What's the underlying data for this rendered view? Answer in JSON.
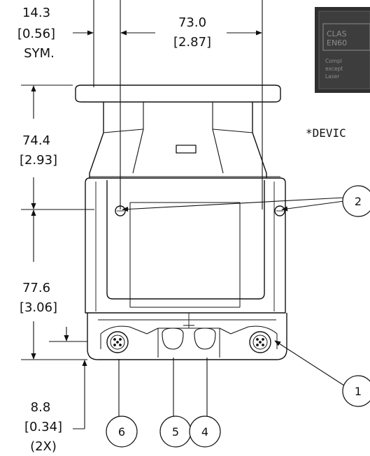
{
  "dimensions": {
    "side_offset": {
      "mm": "14.3",
      "in": "[0.56]",
      "note": "SYM."
    },
    "spacing": {
      "mm": "73.0",
      "in": "[2.87]"
    },
    "upper_height": {
      "mm": "74.4",
      "in": "[2.93]"
    },
    "lower_height": {
      "mm": "77.6",
      "in": "[3.06]"
    },
    "base_height": {
      "mm": "8.8",
      "in": "[0.34]",
      "note": "(2X)"
    }
  },
  "callouts": [
    {
      "id": "1",
      "target": "connector-right"
    },
    {
      "id": "2",
      "target": "mounting-holes"
    },
    {
      "id": "4",
      "target": "cable-slot-right"
    },
    {
      "id": "5",
      "target": "cable-slot-left"
    },
    {
      "id": "6",
      "target": "connector-left"
    }
  ],
  "label_inset": {
    "line1": "CLAS",
    "line2": "EN60",
    "line3": "Compl",
    "line4": "except",
    "line5": "Laser",
    "colors": {
      "bg": "#3a3a3a",
      "text": "#9a9a9a"
    }
  },
  "note": "*DEVIC",
  "colors": {
    "line": "#111111",
    "device_fill": "#ffffff"
  }
}
